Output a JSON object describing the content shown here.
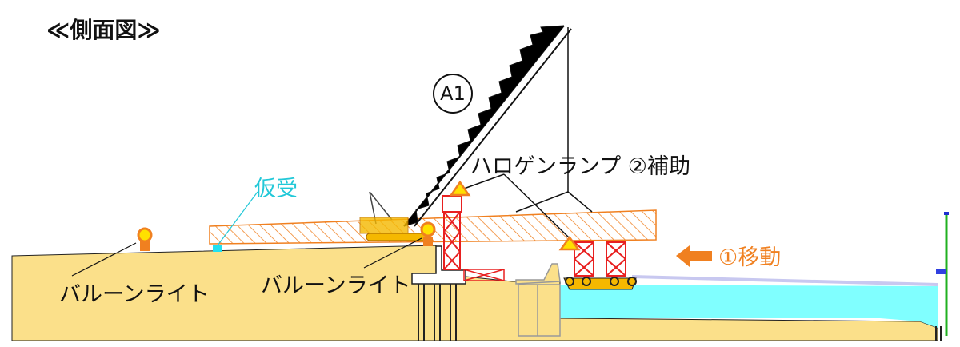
{
  "title": "≪側面図≫",
  "labels": {
    "abutment": "A1",
    "temporary_support": "仮受",
    "halogen_lamp": "ハロゲンランプ ②補助",
    "move": "①移動",
    "balloon_light_left": "バルーンライト",
    "balloon_light_right": "バルーンライト"
  },
  "colors": {
    "ground": "#fbe08a",
    "water": "#80ffff",
    "girder_hatch": "#f08020",
    "tower": "#e82020",
    "barge": "#f5b800",
    "accent_cyan": "#22c8d8",
    "move_arrow": "#f08020"
  }
}
